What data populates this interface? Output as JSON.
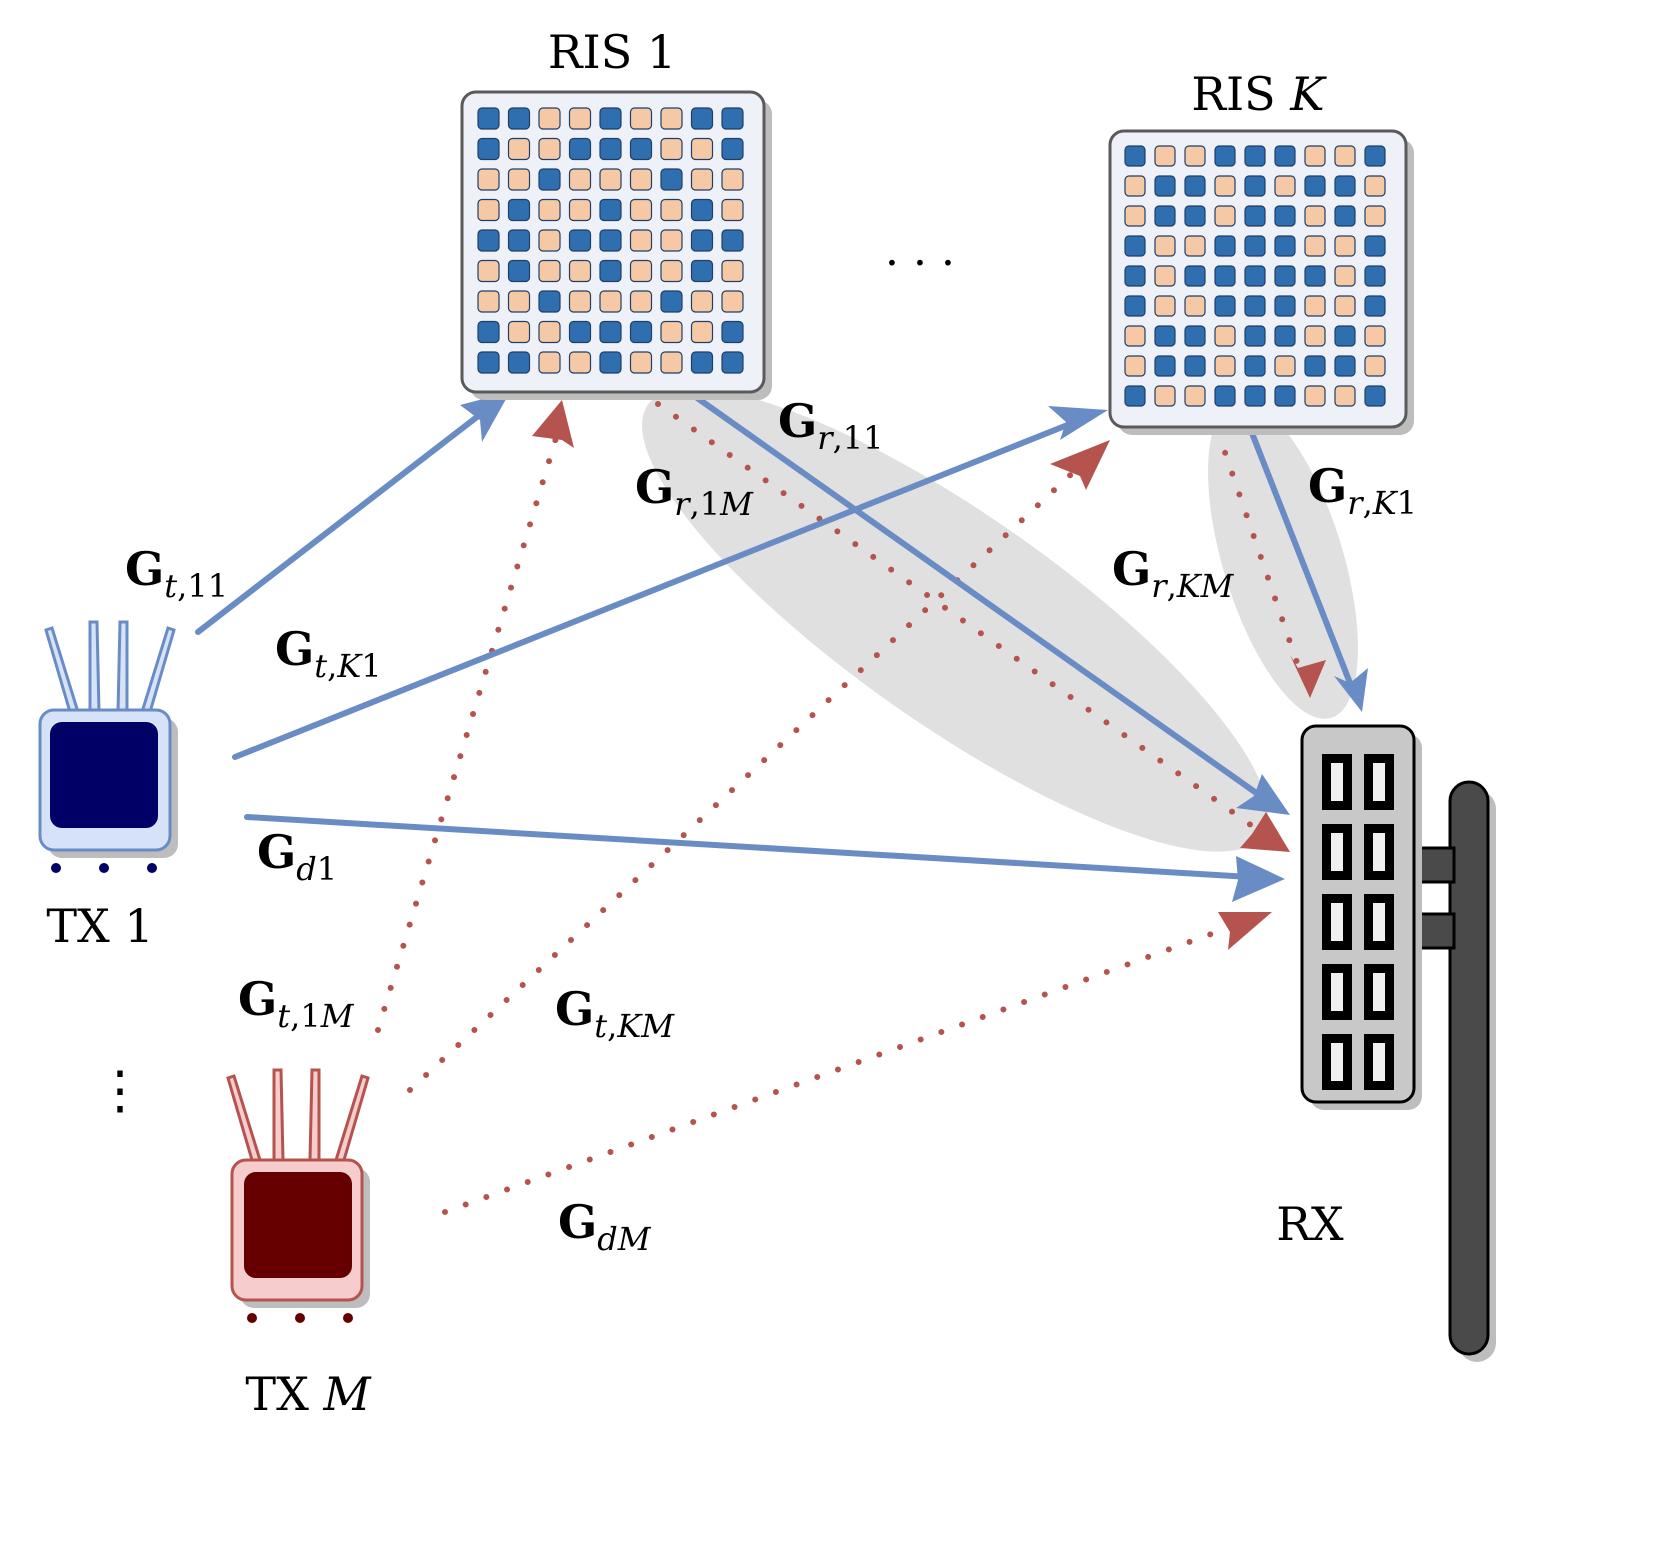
{
  "nodes": {
    "tx1": {
      "label": "TX 1",
      "color": "#000066"
    },
    "txm": {
      "label_prefix": "TX ",
      "label_var": "M",
      "color": "#660000"
    },
    "ris1": {
      "label": "RIS 1"
    },
    "risk": {
      "label_prefix": "RIS ",
      "label_var": "K"
    },
    "rx": {
      "label": "RX"
    }
  },
  "ellipsis": {
    "horizontal": "· · ·",
    "vertical": "⋮"
  },
  "links": {
    "Gt11": {
      "base": "G",
      "sub": [
        [
          "t",
          true
        ],
        [
          ",11",
          false
        ]
      ]
    },
    "GtK1": {
      "base": "G",
      "sub": [
        [
          "t",
          true
        ],
        [
          ",",
          false
        ],
        [
          "K",
          true
        ],
        [
          "1",
          false
        ]
      ]
    },
    "Gd1": {
      "base": "G",
      "sub": [
        [
          "d",
          true
        ],
        [
          "1",
          false
        ]
      ]
    },
    "Gr11": {
      "base": "G",
      "sub": [
        [
          "r",
          true
        ],
        [
          ",11",
          false
        ]
      ]
    },
    "Gr1M": {
      "base": "G",
      "sub": [
        [
          "r",
          true
        ],
        [
          ",1",
          false
        ],
        [
          "M",
          true
        ]
      ]
    },
    "GrKM": {
      "base": "G",
      "sub": [
        [
          "r",
          true
        ],
        [
          ",",
          false
        ],
        [
          "KM",
          true
        ]
      ]
    },
    "GrK1": {
      "base": "G",
      "sub": [
        [
          "r",
          true
        ],
        [
          ",",
          false
        ],
        [
          "K",
          true
        ],
        [
          "1",
          false
        ]
      ]
    },
    "Gt1M": {
      "base": "G",
      "sub": [
        [
          "t",
          true
        ],
        [
          ",1",
          false
        ],
        [
          "M",
          true
        ]
      ]
    },
    "GtKM": {
      "base": "G",
      "sub": [
        [
          "t",
          true
        ],
        [
          ",",
          false
        ],
        [
          "KM",
          true
        ]
      ]
    },
    "GdM": {
      "base": "G",
      "sub": [
        [
          "d",
          true
        ],
        [
          "M",
          true
        ]
      ]
    }
  },
  "colors": {
    "tx1_link": "#6a8cc4",
    "txm_link": "#b5534e",
    "ris_dark": "#2f6faf",
    "ris_light": "#f6c9a6",
    "group_shade": "#e0e0e0",
    "rx_body": "#c8c8c8",
    "rx_pole": "#4a4a4a"
  },
  "ris_patterns": {
    "ris1": [
      "DDLLDLLDD",
      "DLLDDDLLD",
      "LLDLLLDLL",
      "LDLLDLLDL",
      "DDLDDLLDD",
      "LDLLDLLDL",
      "LLDLLLDLL",
      "DLLDDDLLD",
      "DDLLDLLDD"
    ],
    "risk": [
      "DLLDDDLLD",
      "LDDLDLDDL",
      "LDDLDDLDL",
      "DLLDDDLLD",
      "DLDDDDDLD",
      "DLLDDDLLD",
      "LDDLDDLDL",
      "LDDLDLDDL",
      "DLLDDDLLD"
    ]
  }
}
